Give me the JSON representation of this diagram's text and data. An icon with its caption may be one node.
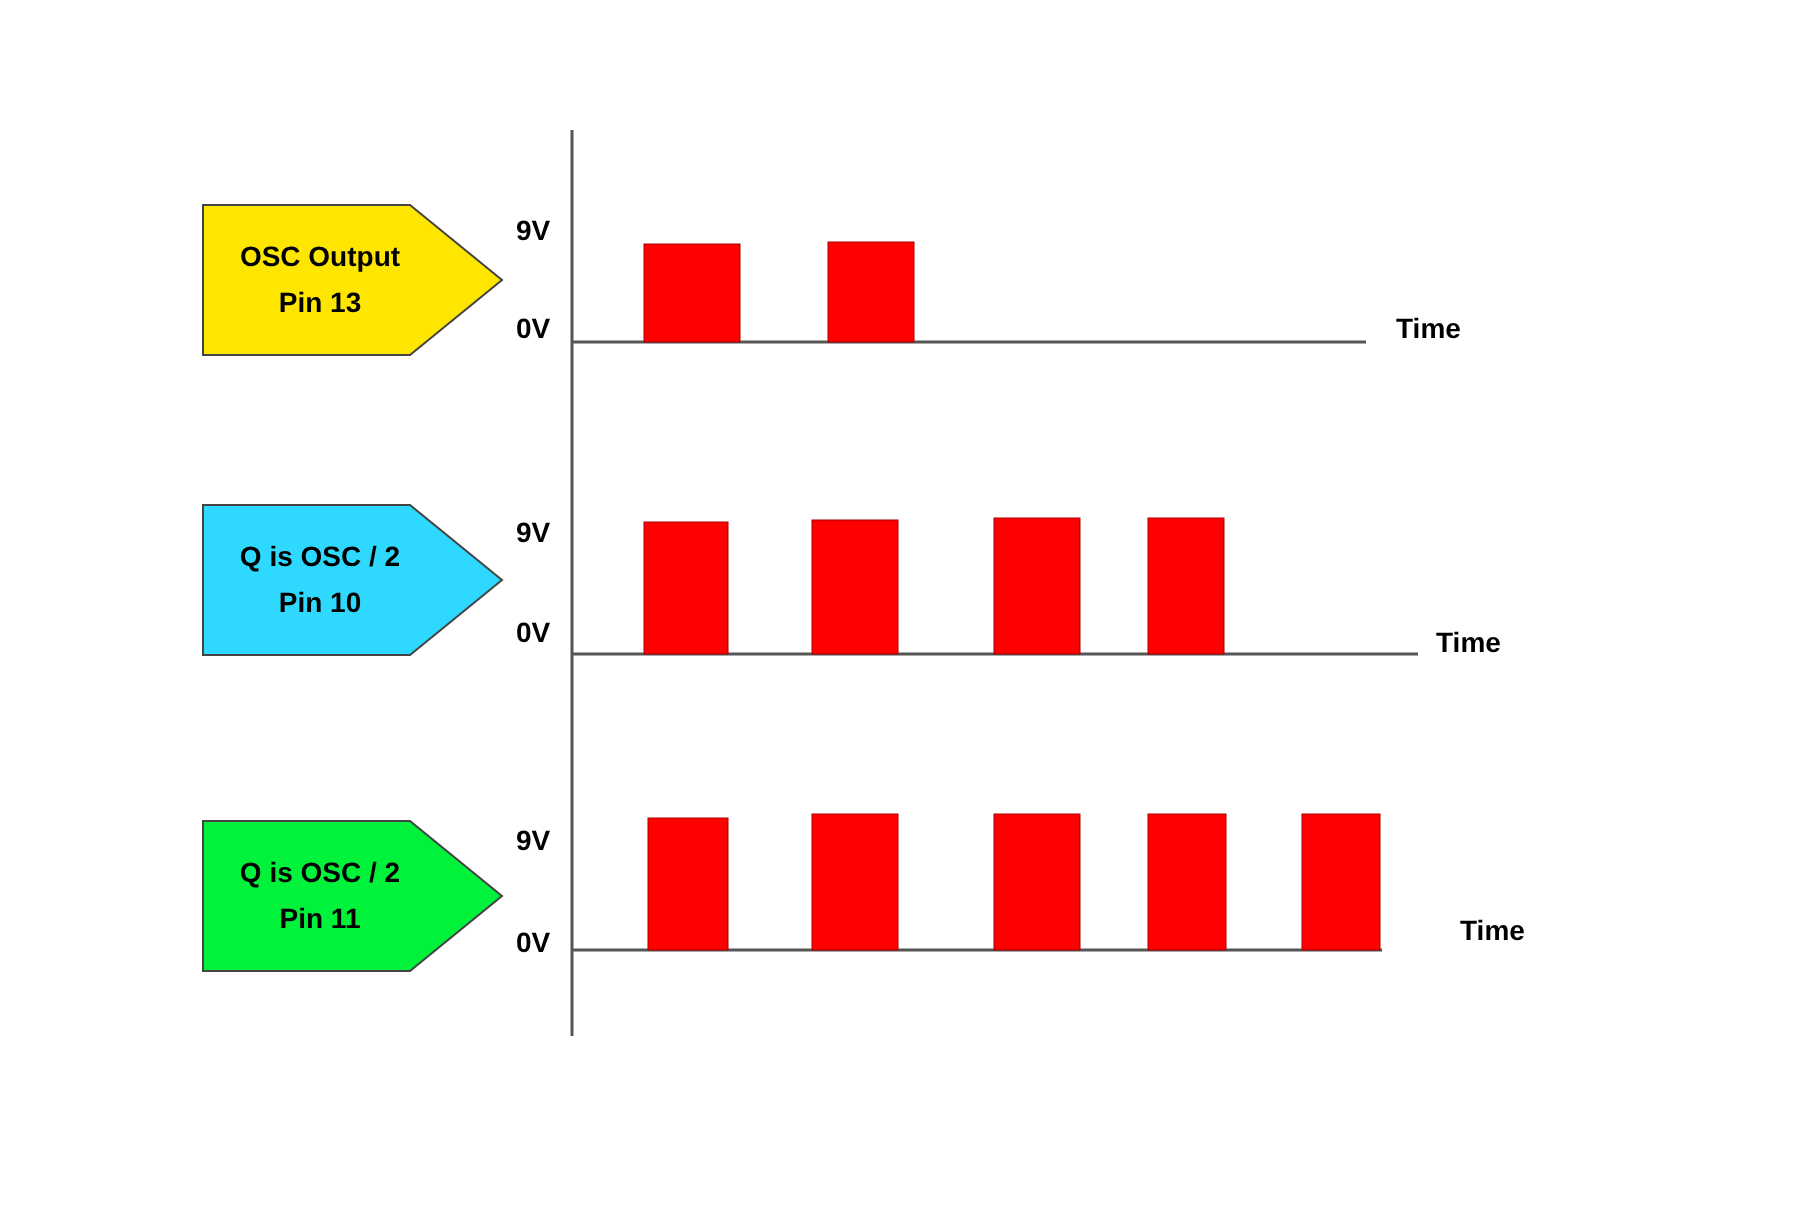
{
  "diagram": {
    "nodes": [
      {
        "text": [
          "OSC Output",
          "Pin 13"
        ]
      },
      {
        "text": [
          "Q is OSC / 2",
          "Pin 10"
        ]
      },
      {
        "text": [
          "Q is OSC / 2",
          "Pin 11"
        ]
      }
    ],
    "labels": [
      "9V",
      "0V",
      "Time",
      "9V",
      "0V",
      "Time",
      "9V",
      "0V",
      "Time"
    ]
  }
}
